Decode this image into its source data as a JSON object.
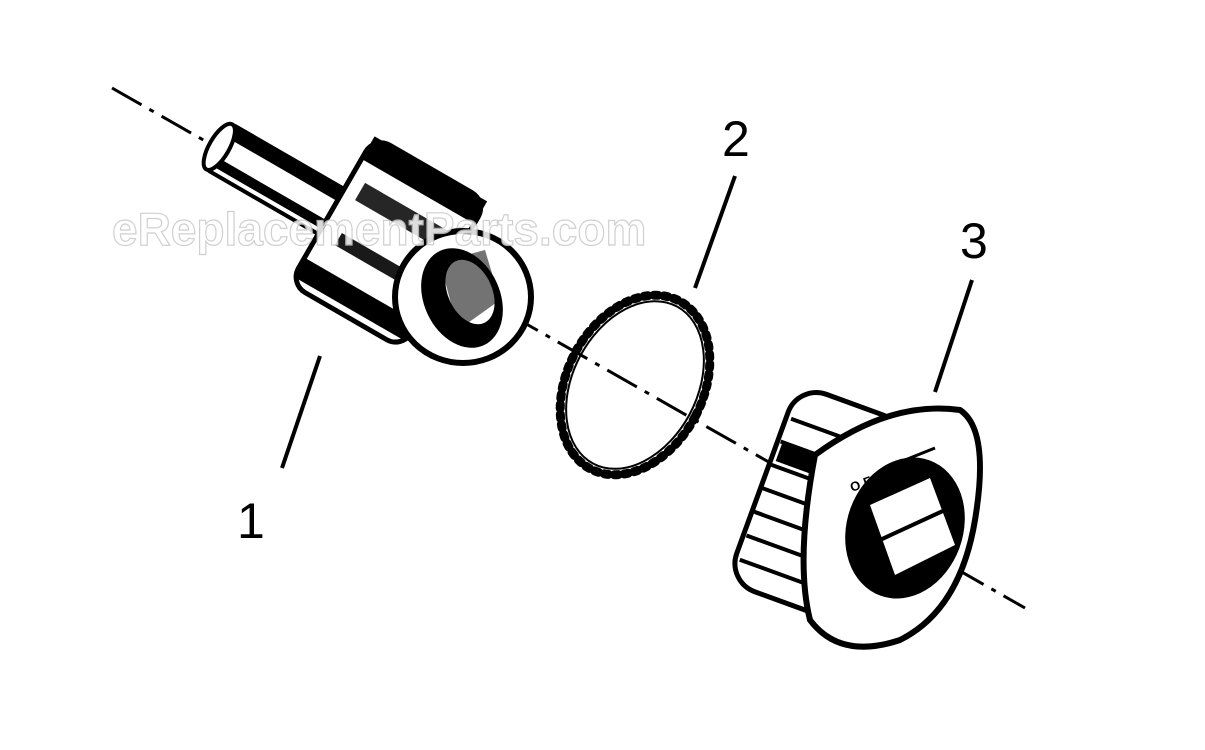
{
  "diagram": {
    "watermark": "eReplacementParts.com",
    "parts": [
      {
        "label": "1",
        "part": "shaft-bushing"
      },
      {
        "label": "2",
        "part": "ball-chain-ring"
      },
      {
        "label": "3",
        "part": "threaded-bonnet-nut"
      }
    ],
    "bonnet_marking": "OFF",
    "colors": {
      "ink": "#000000",
      "paper": "#ffffff"
    }
  }
}
